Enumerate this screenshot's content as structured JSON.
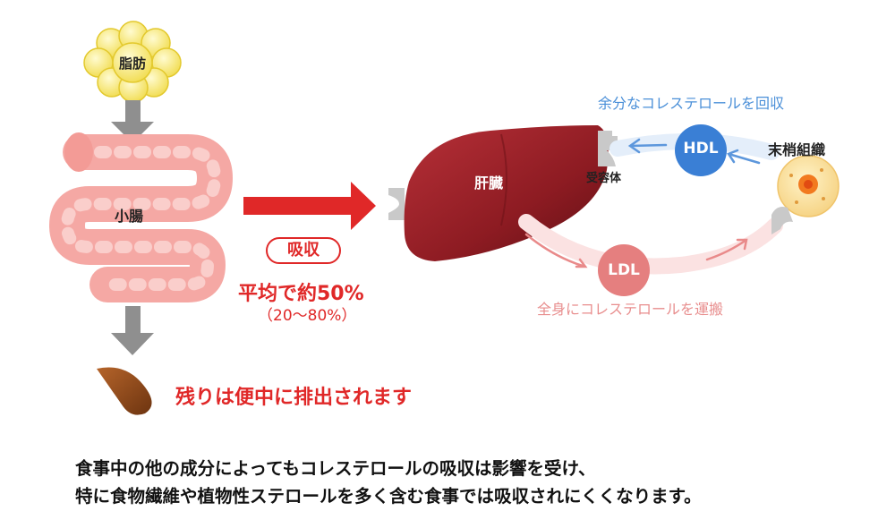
{
  "labels": {
    "fat": "脂肪",
    "small_intestine": "小腸",
    "liver": "肝臓",
    "receptor": "受容体",
    "peripheral_tissue": "末梢組織",
    "hdl": "HDL",
    "ldl": "LDL",
    "hdl_caption": "余分なコレステロールを回収",
    "ldl_caption": "全身にコレステロールを運搬",
    "absorption": "吸収",
    "absorption_rate": "平均で約50%",
    "absorption_range": "（20～80%）",
    "excretion": "残りは便中に排出されます"
  },
  "footnote": {
    "line1": "食事中の他の成分によってもコレステロールの吸収は影響を受け、",
    "line2": "特に食物繊維や植物性ステロールを多く含む食事では吸収されにくくなります。"
  },
  "colors": {
    "accent_red": "#e02828",
    "hdl_blue": "#3a7fd5",
    "ldl_pink": "#e57f7f",
    "liver": "#8e1c22",
    "intestine": "#f5a3a0",
    "fat_yellow": "#f5e46a",
    "gray_arrow": "#8f8f8f"
  }
}
